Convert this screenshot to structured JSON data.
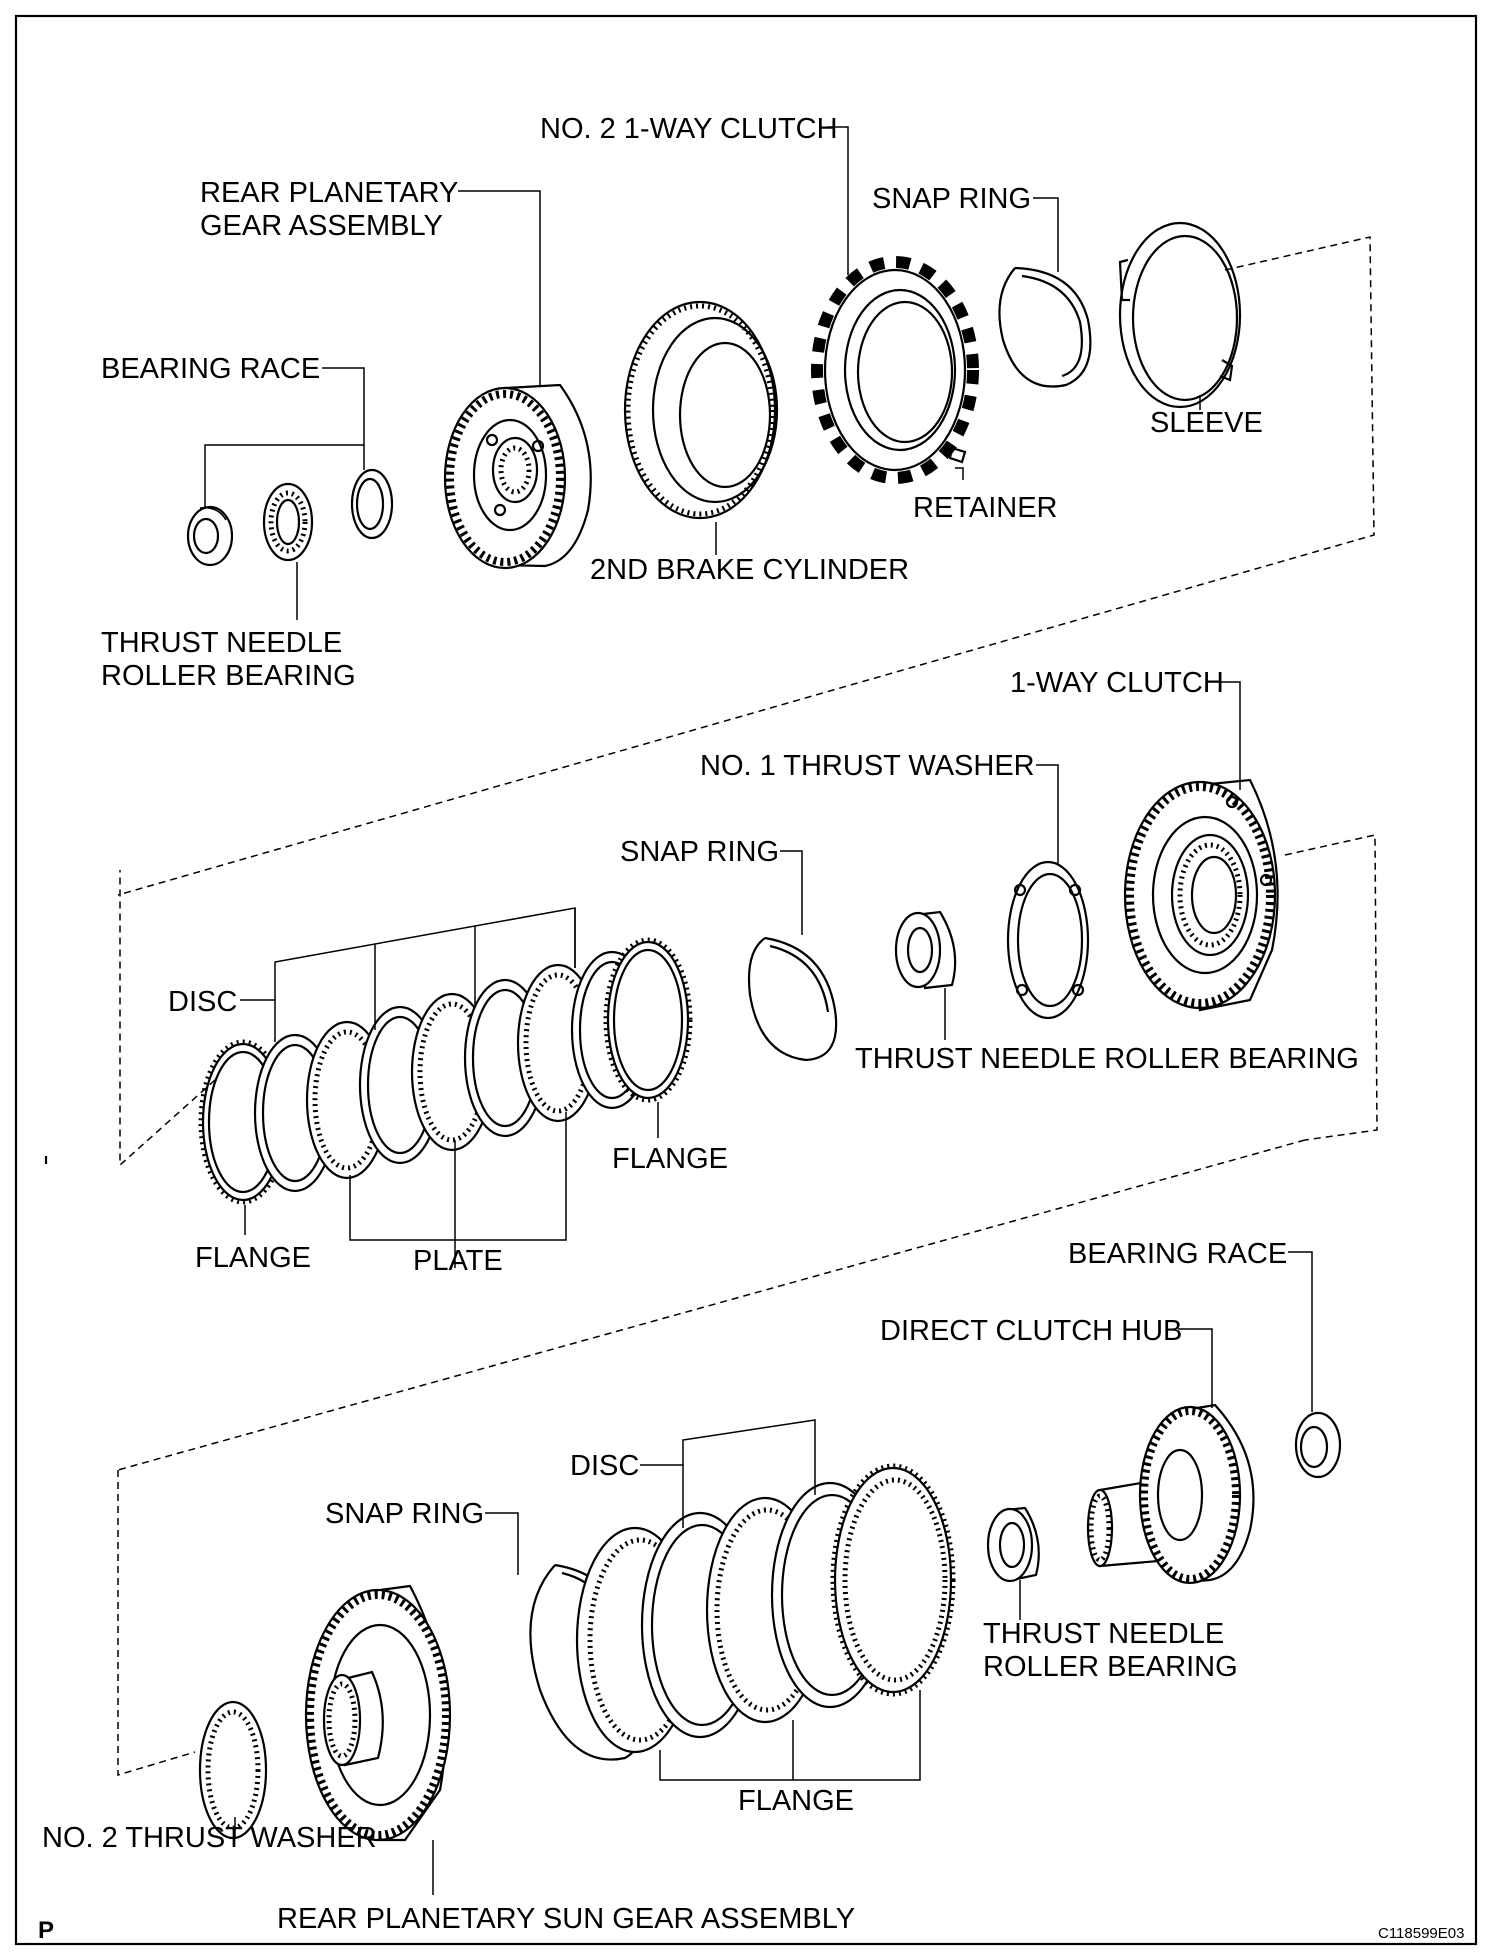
{
  "labels": {
    "no2_one_way_clutch": "NO. 2 1-WAY CLUTCH",
    "rear_planetary_1": "REAR PLANETARY",
    "rear_planetary_2": "GEAR ASSEMBLY",
    "snap_ring_top": "SNAP RING",
    "bearing_race_top": "BEARING RACE",
    "sleeve": "SLEEVE",
    "retainer": "RETAINER",
    "second_brake_cylinder": "2ND BRAKE CYLINDER",
    "thrust_needle_top_1": "THRUST NEEDLE",
    "thrust_needle_top_2": "ROLLER BEARING",
    "one_way_clutch": "1-WAY CLUTCH",
    "no1_thrust_washer": "NO. 1 THRUST WASHER",
    "snap_ring_mid": "SNAP RING",
    "disc_mid": "DISC",
    "thrust_needle_mid": "THRUST NEEDLE ROLLER BEARING",
    "flange_mid_right": "FLANGE",
    "flange_mid_left": "FLANGE",
    "plate": "PLATE",
    "bearing_race_bottom": "BEARING RACE",
    "direct_clutch_hub": "DIRECT CLUTCH HUB",
    "disc_bottom": "DISC",
    "snap_ring_bottom": "SNAP RING",
    "thrust_needle_bottom_1": "THRUST NEEDLE",
    "thrust_needle_bottom_2": "ROLLER BEARING",
    "flange_bottom": "FLANGE",
    "no2_thrust_washer": "NO. 2 THRUST WASHER",
    "rear_planetary_sun": "REAR PLANETARY SUN GEAR ASSEMBLY"
  },
  "footer": {
    "left_mark": "P",
    "figure_code": "C118599E03"
  }
}
